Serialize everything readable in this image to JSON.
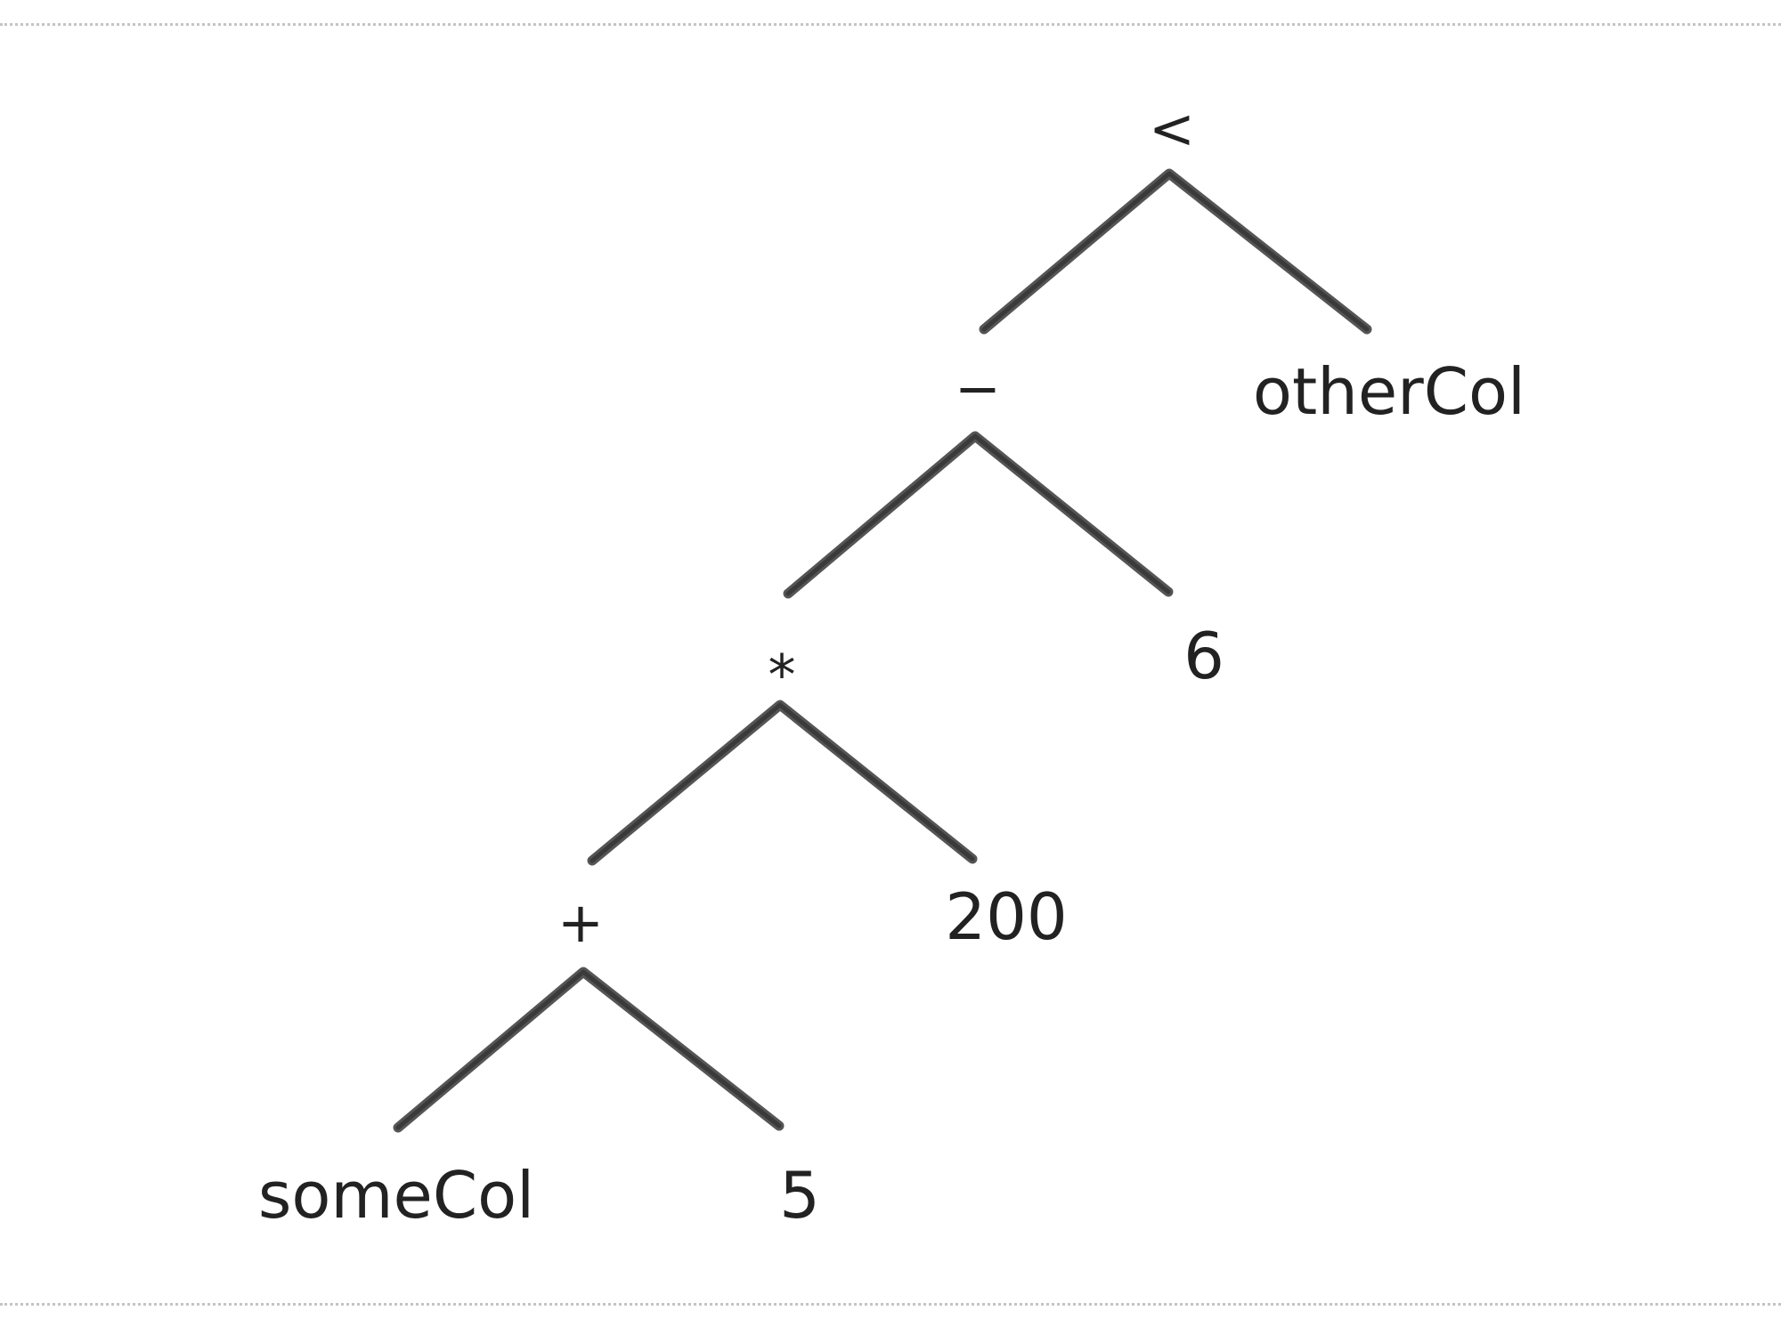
{
  "tree": {
    "root": {
      "label": "<",
      "left": {
        "label": "−",
        "left": {
          "label": "*",
          "left": {
            "label": "+",
            "left": {
              "label": "someCol"
            },
            "right": {
              "label": "5"
            }
          },
          "right": {
            "label": "200"
          }
        },
        "right": {
          "label": "6"
        }
      },
      "right": {
        "label": "otherCol"
      }
    }
  }
}
